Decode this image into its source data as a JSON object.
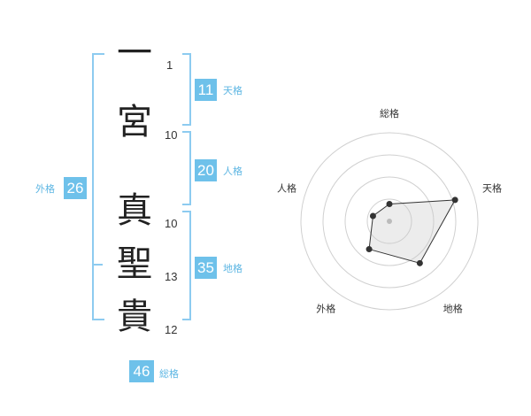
{
  "characters": [
    {
      "char": "一",
      "strokes": "1"
    },
    {
      "char": "宮",
      "strokes": "10"
    },
    {
      "char": "真",
      "strokes": "10"
    },
    {
      "char": "聖",
      "strokes": "13"
    },
    {
      "char": "貴",
      "strokes": "12"
    }
  ],
  "kaku": {
    "tenkaku": {
      "value": "11",
      "label": "天格"
    },
    "jinkaku": {
      "value": "20",
      "label": "人格"
    },
    "chikaku": {
      "value": "35",
      "label": "地格"
    },
    "gaikaku": {
      "value": "26",
      "label": "外格"
    },
    "soukaku": {
      "value": "46",
      "label": "総格"
    }
  },
  "radar": {
    "axes": [
      "総格",
      "天格",
      "地格",
      "外格",
      "人格"
    ],
    "values": [
      1,
      4,
      3,
      2,
      1
    ],
    "max": 4,
    "rings": 4
  },
  "colors": {
    "accent": "#6ec1ea",
    "bracket": "#8dcbf0"
  }
}
